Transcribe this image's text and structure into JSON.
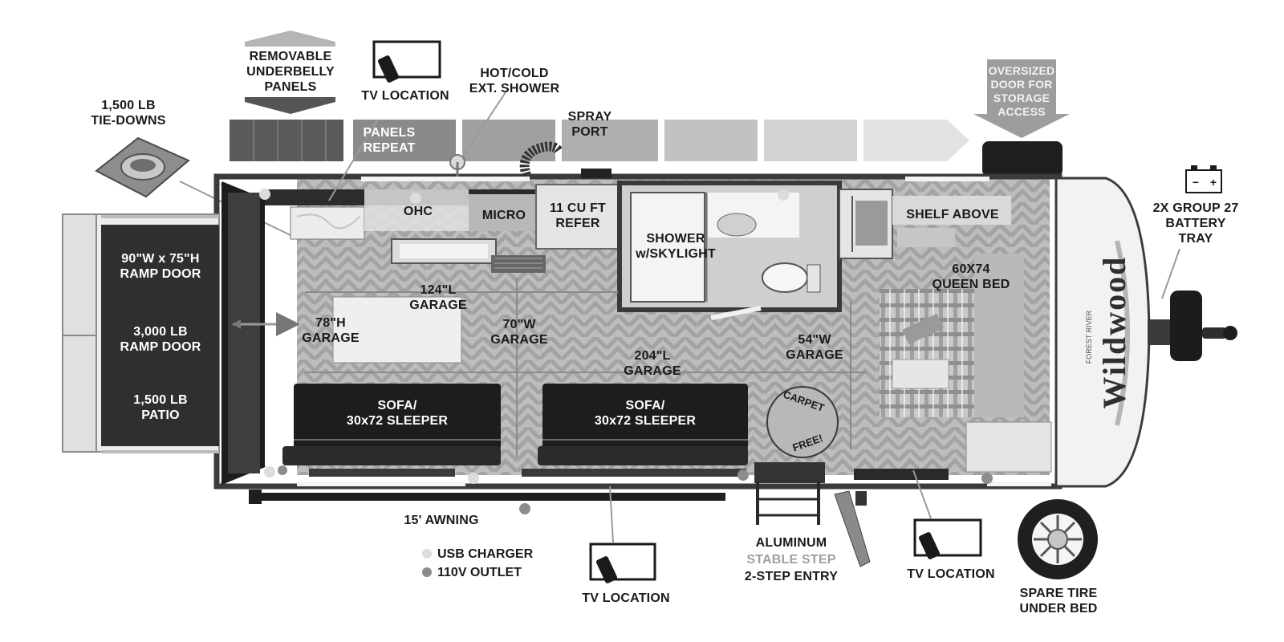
{
  "labels": {
    "removable_panels": "REMOVABLE\nUNDERBELLY\nPANELS",
    "tv_location_top": "TV LOCATION",
    "hot_cold_shower": "HOT/COLD\nEXT. SHOWER",
    "oversized_door": "OVERSIZED\nDOOR FOR\nSTORAGE\nACCESS",
    "tie_downs": "1,500 LB\nTIE-DOWNS",
    "panels_repeat": "PANELS\nREPEAT",
    "spray_port": "SPRAY\nPORT",
    "ohc": "OHC",
    "micro": "MICRO",
    "refer": "11 CU FT\nREFER",
    "shower": "SHOWER\nw/SKYLIGHT",
    "shelf_above": "SHELF ABOVE",
    "battery_tray": "2X GROUP 27\nBATTERY\nTRAY",
    "queen_bed": "60X74\nQUEEN BED",
    "ramp_door_size": "90\"W x 75\"H\nRAMP DOOR",
    "ramp_door_weight": "3,000 LB\nRAMP DOOR",
    "patio": "1,500 LB\nPATIO",
    "garage_124": "124\"L\nGARAGE",
    "garage_78": "78\"H\nGARAGE",
    "garage_70": "70\"W\nGARAGE",
    "garage_54": "54\"W\nGARAGE",
    "garage_204": "204\"L\nGARAGE",
    "sofa_1": "SOFA/\n30x72 SLEEPER",
    "sofa_2": "SOFA/\n30x72 SLEEPER",
    "carpet_top": "CARPET",
    "carpet_bottom": "FREE!",
    "awning": "15' AWNING",
    "tv_location_bottom": "TV LOCATION",
    "tv_location_right": "TV LOCATION",
    "aluminum_step_1": "ALUMINUM",
    "aluminum_step_2": "STABLE STEP",
    "aluminum_step_3": "2-STEP ENTRY",
    "spare_tire": "SPARE TIRE\nUNDER BED",
    "brand": "Wildwood",
    "brand_sub": "FOREST RIVER"
  },
  "legend": [
    {
      "label": "USB CHARGER",
      "color": "#dcdcdc"
    },
    {
      "label": "110V OUTLET",
      "color": "#8c8c8c"
    }
  ],
  "battery_symbols": {
    "minus": "−",
    "plus": "+"
  }
}
